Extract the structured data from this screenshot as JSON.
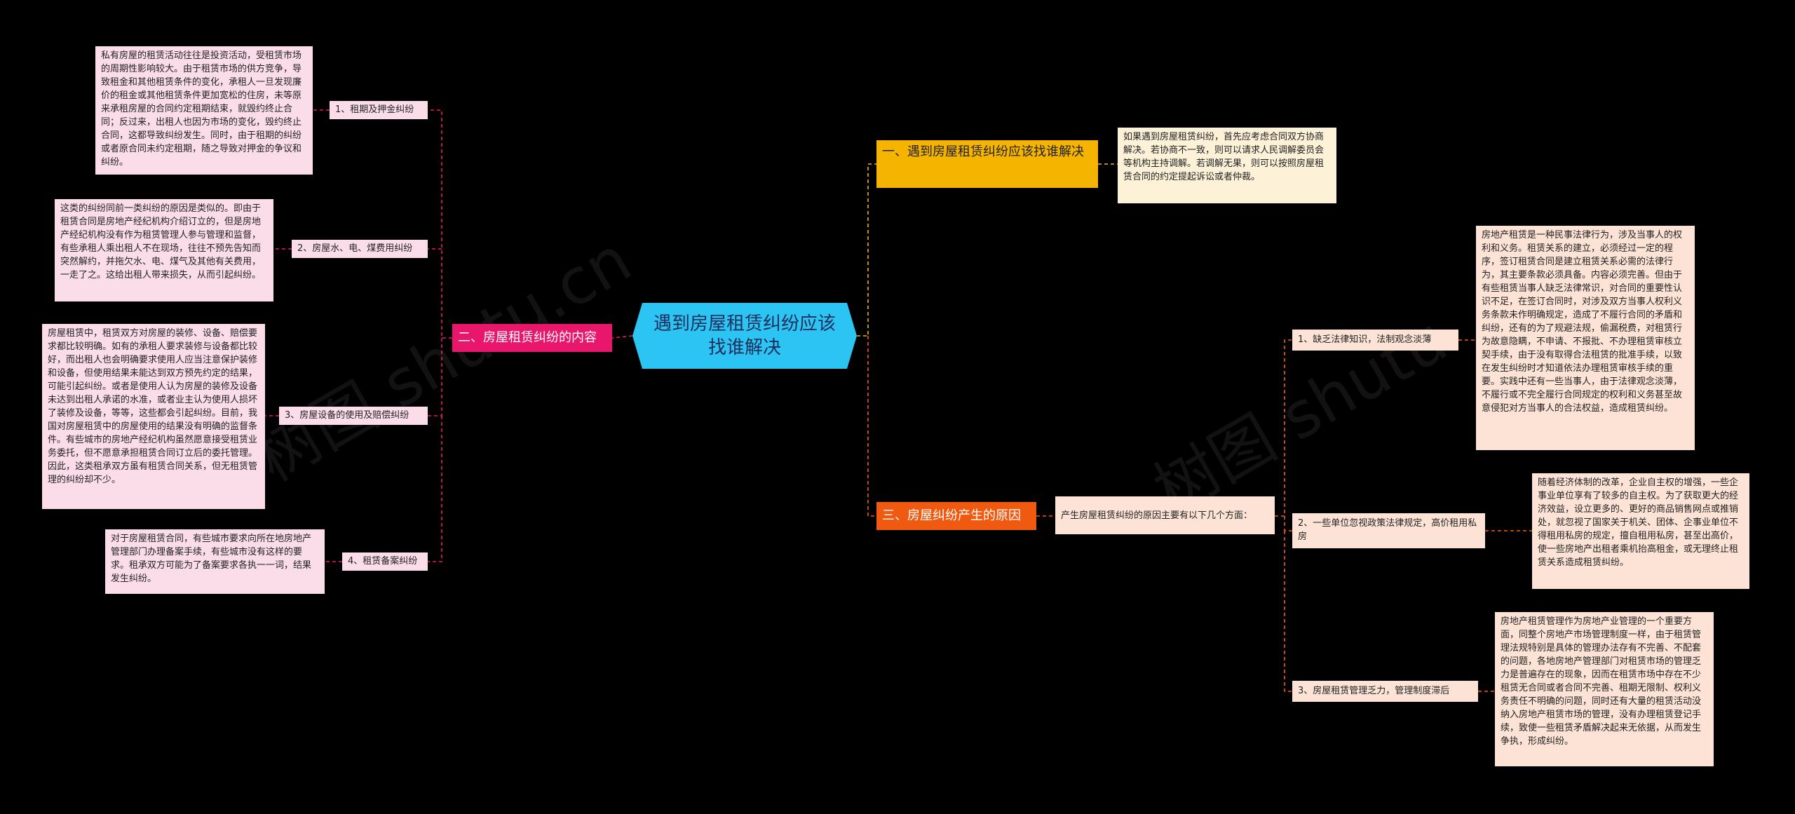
{
  "center": {
    "title": "遇到房屋租赁纠纷应该找谁解决"
  },
  "branches": {
    "left": {
      "label": "二、房屋租赁纠纷的内容"
    },
    "right1": {
      "label": "一、遇到房屋租赁纠纷应该找谁解决"
    },
    "right3": {
      "label": "三、房屋纠纷产生的原因"
    }
  },
  "left_items": [
    {
      "label": "1、租期及押金纠纷",
      "text": "私有房屋的租赁活动往往是投资活动，受租赁市场的周期性影响较大。由于租赁市场的供方竞争，导致租金和其他租赁条件的变化，承租人一旦发现廉价的租金或其他租赁条件更加宽松的住房，未等原来承租房屋的合同约定租期结束，就毁约终止合同；反过来，出租人也因为市场的变化，毁约终止合同，这都导致纠纷发生。同时，由于租期的纠纷或者原合同未约定租期，随之导致对押金的争议和纠纷。"
    },
    {
      "label": "2、房屋水、电、煤费用纠纷",
      "text": "这类的纠纷同前一类纠纷的原因是类似的。即由于租赁合同是房地产经纪机构介绍订立的，但是房地产经纪机构没有作为租赁管理人参与管理和监督，有些承租人乘出租人不在现场，往往不预先告知而突然解约，并拖欠水、电、煤气及其他有关费用，一走了之。这给出租人带来损失，从而引起纠纷。"
    },
    {
      "label": "3、房屋设备的使用及赔偿纠纷",
      "text": "房屋租赁中，租赁双方对房屋的装修、设备、赔偿要求都比较明确。如有的承租人要求装修与设备都比较好，而出租人也会明确要求使用人应当注意保护装修和设备，但使用结果未能达到双方预先约定的结果，可能引起纠纷。或者是使用人认为房屋的装修及设备未达到出租人承诺的水准，或者业主认为使用人损坏了装修及设备，等等，这些都会引起纠纷。目前，我国对房屋租赁中的房屋使用的结果没有明确的监督条件。有些城市的房地产经纪机构虽然愿意接受租赁业务委托，但不愿意承担租赁合同订立后的委托管理。因此，这类租承双方虽有租赁合同关系，但无租赁管理的纠纷却不少。"
    },
    {
      "label": "4、租赁备案纠纷",
      "text": "对于房屋租赁合同，有些城市要求向所在地房地产管理部门办理备案手续，有些城市没有这样的要求。租承双方可能为了备案要求各执一一词，结果发生纠纷。"
    }
  ],
  "right1_text": "如果遇到房屋租赁纠纷，首先应考虑合同双方协商解决。若协商不一致，则可以请求人民调解委员会等机构主持调解。若调解无果，则可以按照房屋租赁合同的约定提起诉讼或者仲裁。",
  "right3_intro": "产生房屋租赁纠纷的原因主要有以下几个方面：",
  "right3_items": [
    {
      "label": "1、缺乏法律知识，法制观念淡薄",
      "text": "房地产租赁是一种民事法律行为，涉及当事人的权利和义务。租赁关系的建立，必须经过一定的程序，签订租赁合同是建立租赁关系必需的法律行为，其主要条款必须具备。内容必须完善。但由于有些租赁当事人缺乏法律常识，对合同的重要性认识不足，在签订合同时，对涉及双方当事人权利义务条款未作明确规定，造成了不履行合同的矛盾和纠纷，还有的为了规避法规，偷漏税费，对租赁行为故意隐瞒，不申请、不报批、不办理租赁审核立契手续，由于没有取得合法租赁的批准手续，以致在发生纠纷时才知道依法办理租赁审核手续的重要。实践中还有一些当事人，由于法律观念淡薄，不履行或不完全履行合同规定的权利和义务甚至故意侵犯对方当事人的合法权益，造成租赁纠纷。"
    },
    {
      "label": "2、一些单位忽视政策法律规定，高价租用私房",
      "text": "随着经济体制的改革，企业自主权的增强，一些企事业单位享有了较多的自主权。为了获取更大的经济效益，设立更多的、更好的商品销售网点或推销处，就忽视了国家关于机关、团体、企事业单位不得租用私房的规定，擅自租用私房，甚至出高价，使一些房地产出租者乘机抬高租金，或无理终止租赁关系造成租赁纠纷。"
    },
    {
      "label": "3、房屋租赁管理乏力，管理制度滞后",
      "text": "房地产租赁管理作为房地产业管理的一个重要方面，同整个房地产市场管理制度一样，由于租赁管理法规特别是具体的管理办法存有不完善、不配套的问题，各地房地产管理部门对租赁市场的管理乏力是普遍存在的现象，因而在租赁市场中存在不少租赁无合同或者合同不完善、租期无限制、权利义务责任不明确的问题，同时还有大量的租赁活动没纳入房地产租赁市场的管理，没有办理租赁登记手续，致使一些租赁矛盾解决起来无依据，从而发生争执，形成纠纷。"
    }
  ],
  "watermarks": [
    "树图 shutu.cn",
    "树图 shutu"
  ]
}
